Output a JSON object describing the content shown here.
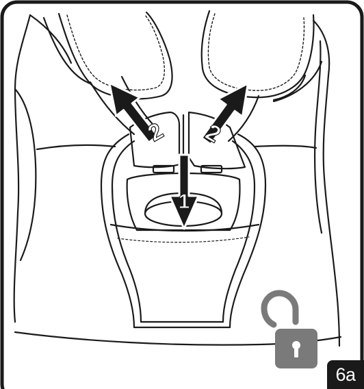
{
  "figure": {
    "step_label": "6a",
    "arrows": [
      {
        "number": "1",
        "direction": "down"
      },
      {
        "number": "2",
        "direction": "up-left"
      },
      {
        "number": "2",
        "direction": "up-right"
      }
    ],
    "icons": [
      "unlocked-padlock-icon"
    ],
    "colors": {
      "line": "#1a1a1a",
      "arrow_fill": "#1a1a1a",
      "arrow_outline": "#ffffff",
      "padlock": "#7a7a7a",
      "label_box": "#1a1a1a",
      "label_text": "#ffffff",
      "background": "#ffffff"
    }
  }
}
